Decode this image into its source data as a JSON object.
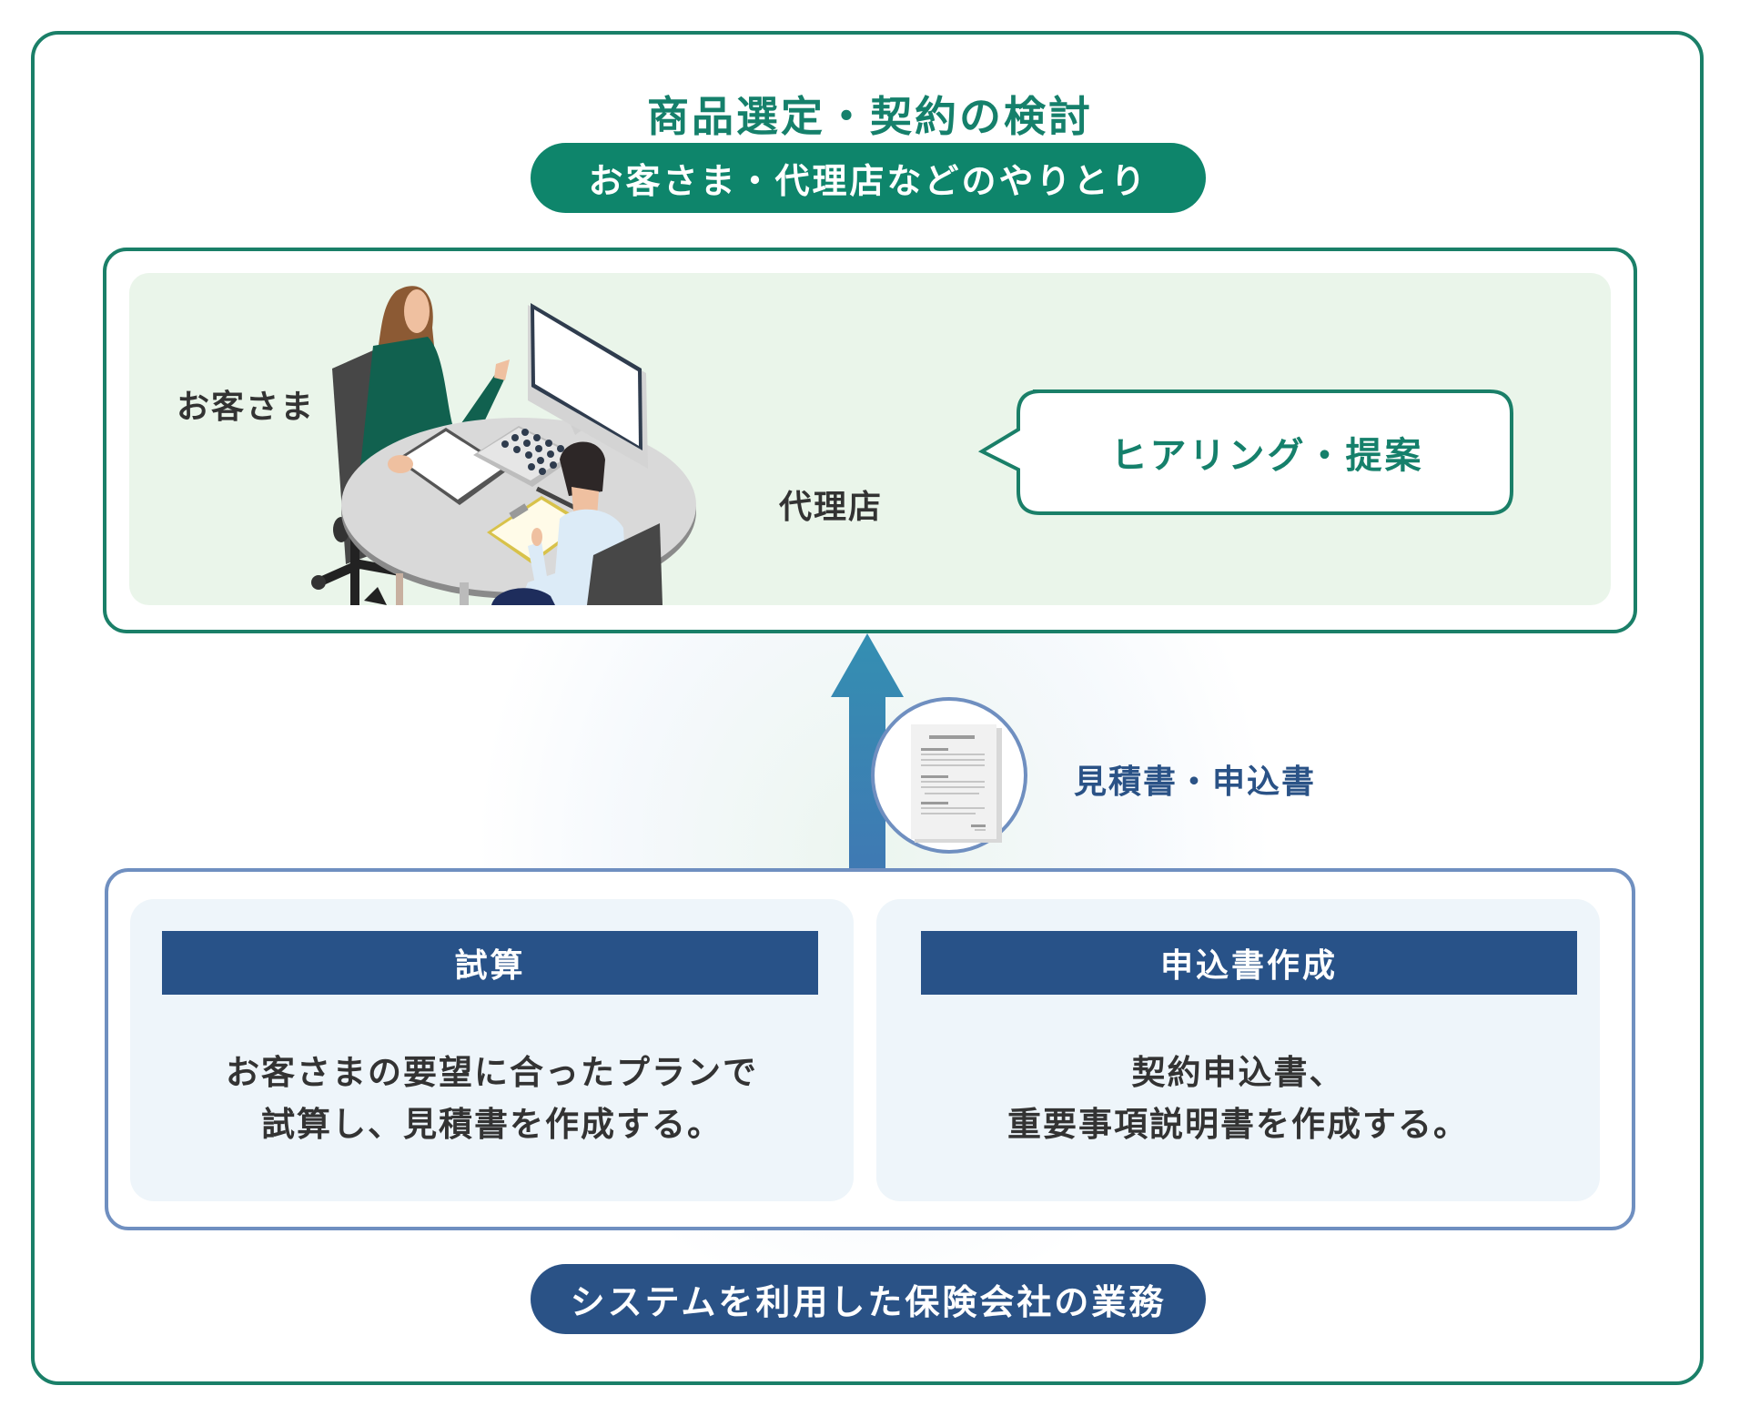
{
  "title": "商品選定・契約の検討",
  "top_pill": "お客さま・代理店などのやりとり",
  "meeting": {
    "customer_label": "お客さま",
    "agent_label": "代理店",
    "bubble_text": "ヒアリング・提案",
    "illustration": "meeting-scene"
  },
  "flow": {
    "arrow_direction": "up",
    "doc_icon": "document-icon",
    "doc_label": "見積書・申込書"
  },
  "system": {
    "cards": [
      {
        "header": "試算",
        "lines": [
          "お客さまの要望に合ったプランで",
          "試算し、見積書を作成する。"
        ]
      },
      {
        "header": "申込書作成",
        "lines": [
          "契約申込書、",
          "重要事項説明書を作成する。"
        ]
      }
    ]
  },
  "bottom_pill": "システムを利用した保険会社の業務",
  "colors": {
    "green": "#0e856b",
    "green_border": "#1a7f68",
    "navy": "#285288",
    "blue_border": "#6f8fc0",
    "light_green_bg": "#eaf5ea",
    "light_blue_bg": "#eef5fa",
    "text_dark": "#333333"
  }
}
